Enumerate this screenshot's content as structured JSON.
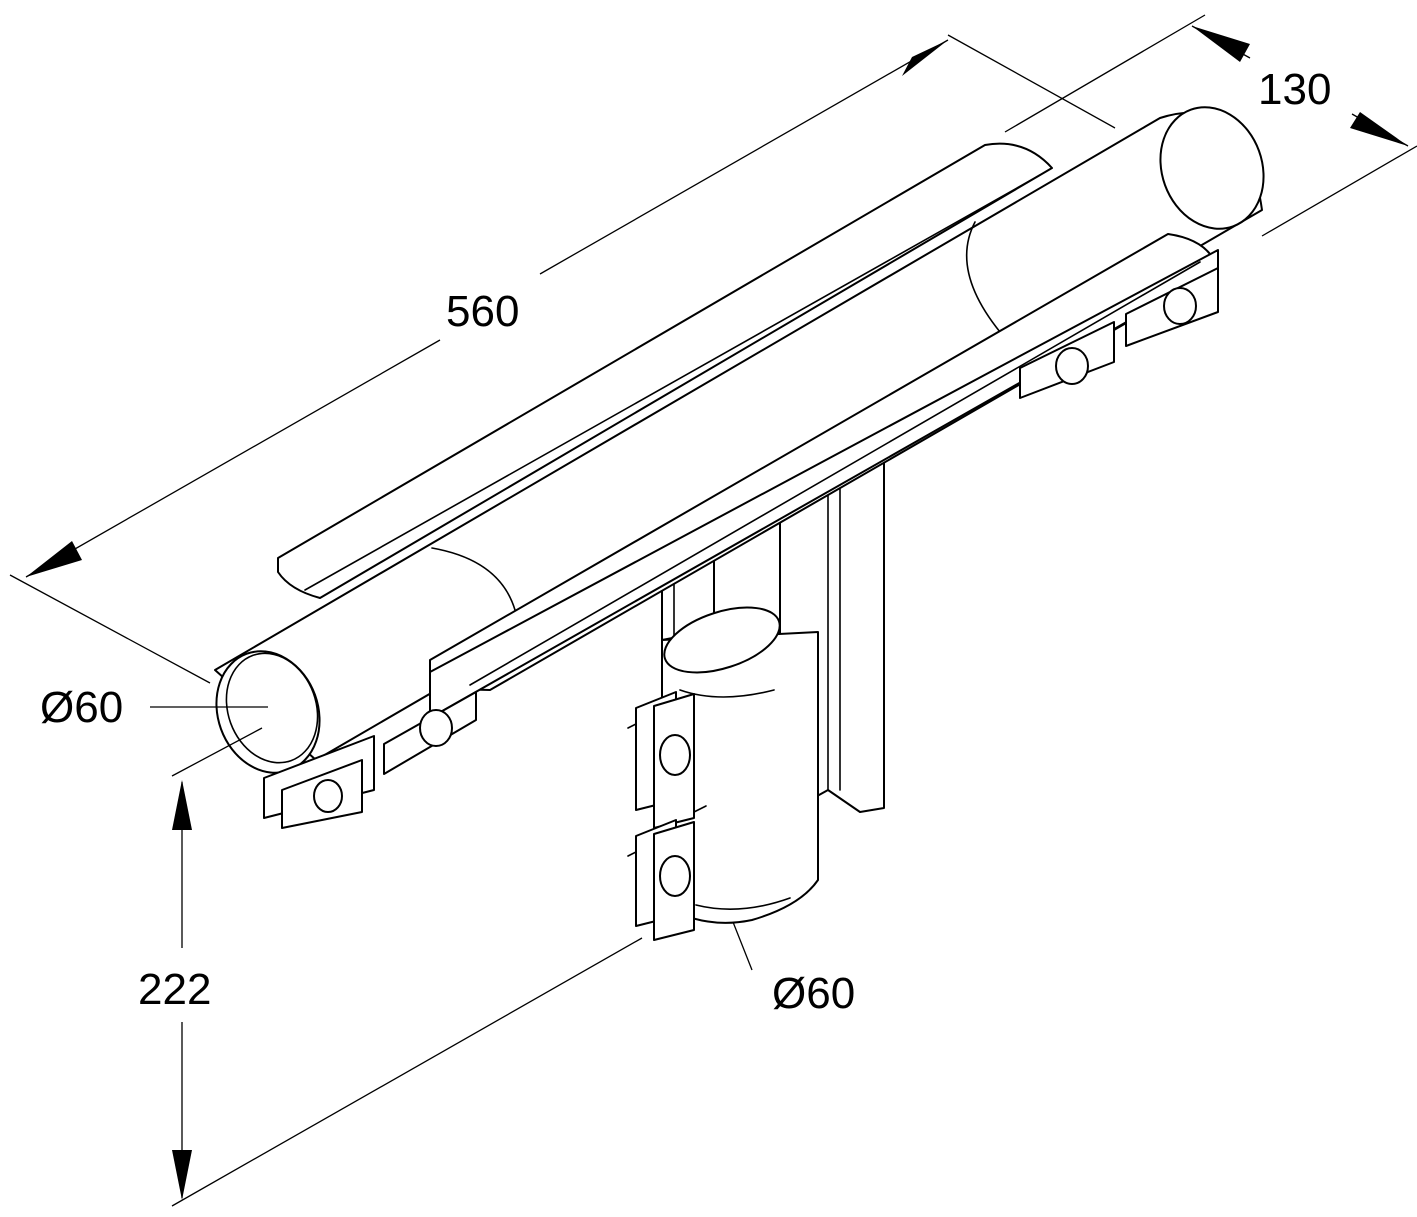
{
  "dimensions": {
    "length": "560",
    "width": "130",
    "height": "222",
    "diameter_horizontal": "60",
    "diameter_vertical": "60",
    "diameter_symbol": "Ø"
  },
  "colors": {
    "stroke": "#000000",
    "background": "#ffffff"
  }
}
